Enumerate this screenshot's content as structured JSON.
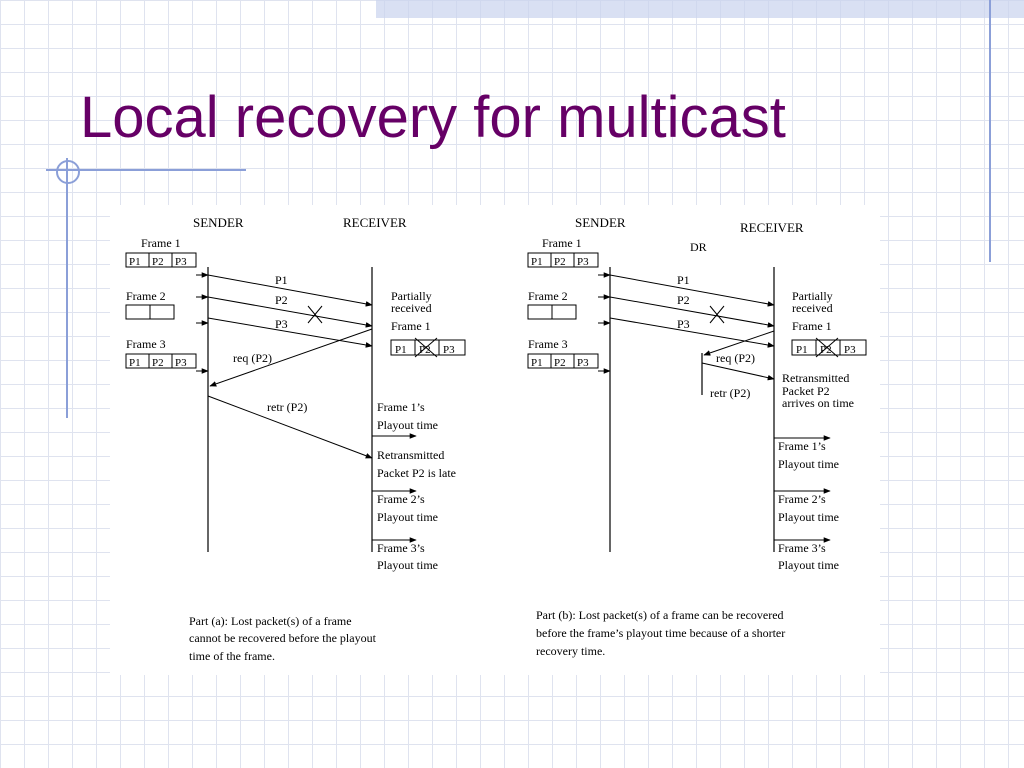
{
  "slide": {
    "title": "Local recovery for multicast"
  },
  "diagram": {
    "part_a": {
      "sender": "SENDER",
      "receiver": "RECEIVER",
      "frame1": "Frame 1",
      "frame2": "Frame 2",
      "frame3": "Frame 3",
      "p1": "P1",
      "p2": "P2",
      "p3": "P3",
      "partially": "Partially",
      "received": "received",
      "recv_frame1": "Frame 1",
      "req": "req (P2)",
      "retr": "retr (P2)",
      "f1_play_a": "Frame 1’s",
      "f1_play_b": "Playout time",
      "late_a": "Retransmitted",
      "late_b": "Packet P2 is late",
      "f2_play_a": "Frame 2’s",
      "f2_play_b": "Playout time",
      "f3_play_a": "Frame 3’s",
      "f3_play_b": "Playout time",
      "caption_1": "Part (a): Lost packet(s) of a frame",
      "caption_2": "cannot be recovered before the playout",
      "caption_3": "time of the frame."
    },
    "part_b": {
      "sender": "SENDER",
      "receiver": "RECEIVER",
      "dr": "DR",
      "frame1": "Frame 1",
      "frame2": "Frame 2",
      "frame3": "Frame 3",
      "p1": "P1",
      "p2": "P2",
      "p3": "P3",
      "partially": "Partially",
      "received": "received",
      "recv_frame1": "Frame 1",
      "req": "req (P2)",
      "retr": "retr (P2)",
      "ontime_a": "Retransmitted",
      "ontime_b": "Packet P2",
      "ontime_c": "arrives on time",
      "f1_play_a": "Frame 1’s",
      "f1_play_b": "Playout time",
      "f2_play_a": "Frame 2’s",
      "f2_play_b": "Playout time",
      "f3_play_a": "Frame 3’s",
      "f3_play_b": "Playout time",
      "caption_1": "Part (b): Lost packet(s) of a frame can be recovered",
      "caption_2": "before the frame’s playout time because of a shorter",
      "caption_3": "recovery time."
    }
  }
}
